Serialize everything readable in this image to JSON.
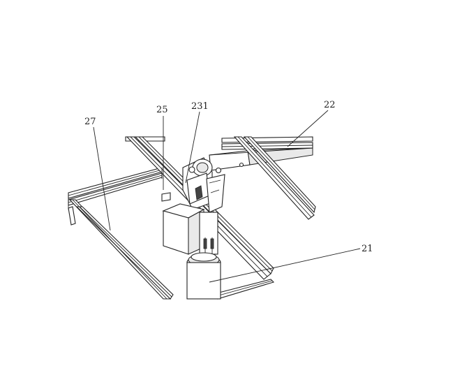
{
  "labels": {
    "l27": "27",
    "l25": "25",
    "l231": "231",
    "l22": "22",
    "l21": "21"
  }
}
